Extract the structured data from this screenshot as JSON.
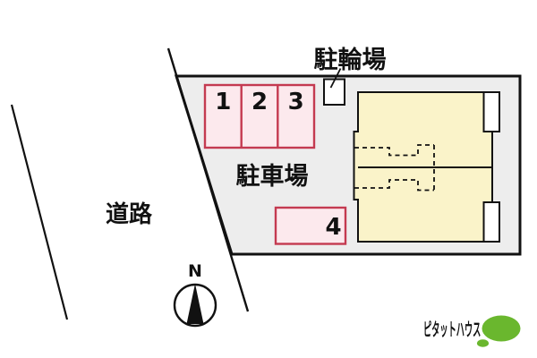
{
  "diagram": {
    "road_label": "道路",
    "parking_label": "駐車場",
    "bicycle_label": "駐輪場",
    "north_label": "N",
    "spaces": [
      "1",
      "2",
      "3",
      "4"
    ],
    "logo_text": "ピタットハウス"
  },
  "colors": {
    "line": "#111111",
    "plot_fill": "#ededed",
    "building_fill": "#faf3c9",
    "space_fill": "#fce9ed",
    "space_border": "#c43a50",
    "white": "#ffffff",
    "logo_green": "#6ab72e"
  }
}
